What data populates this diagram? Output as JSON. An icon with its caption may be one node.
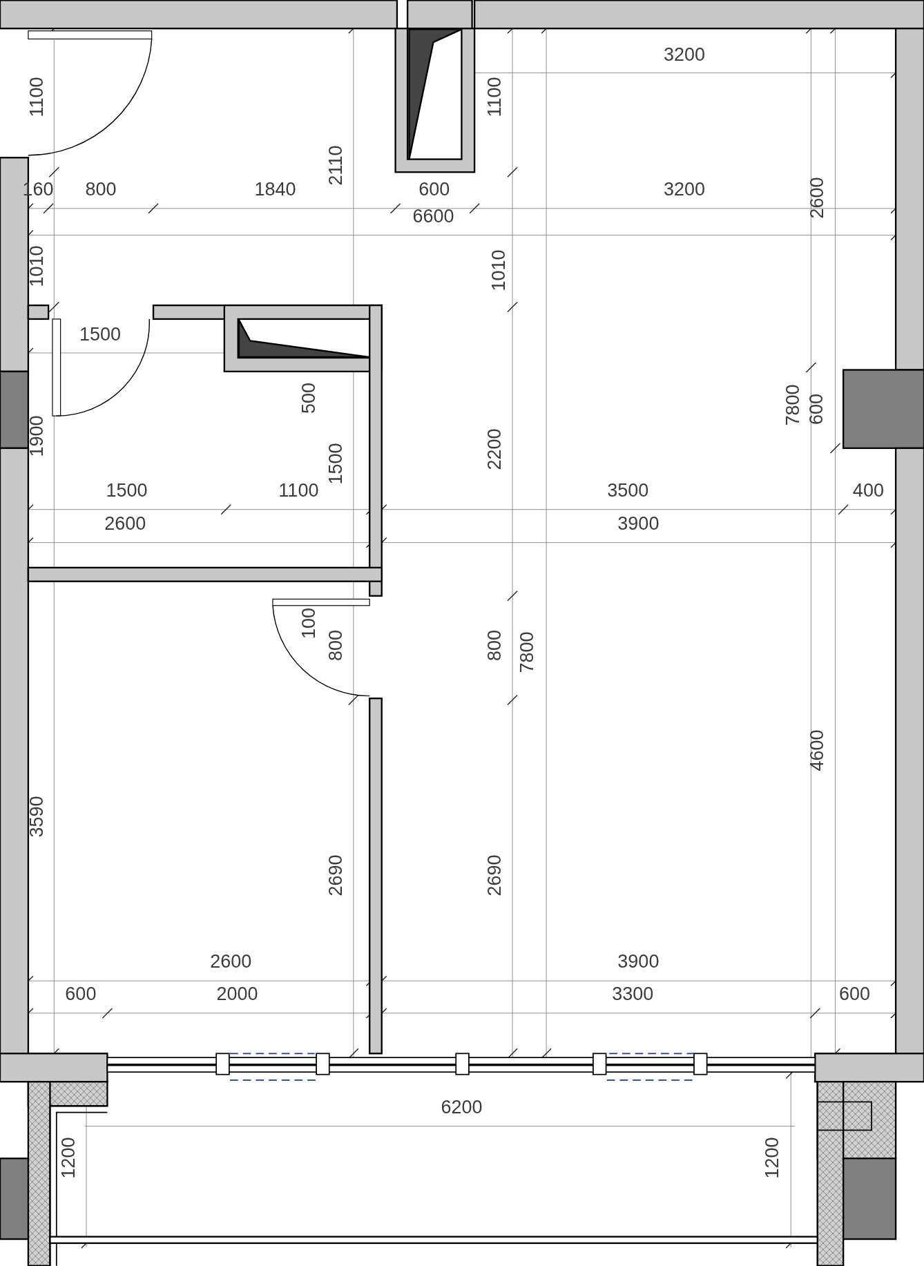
{
  "diagram": {
    "labels": [
      "3200",
      "1100",
      "1100",
      "2110",
      "160",
      "800",
      "1840",
      "600",
      "3200",
      "2600",
      "6600",
      "1010",
      "1010",
      "1500",
      "500",
      "7800",
      "600",
      "1900",
      "1500",
      "2200",
      "1500",
      "1100",
      "3500",
      "400",
      "2600",
      "3900",
      "100",
      "800",
      "800",
      "7800",
      "4600",
      "3590",
      "2690",
      "2690",
      "2600",
      "3900",
      "600",
      "2000",
      "3300",
      "600",
      "6200",
      "1200",
      "1200"
    ]
  }
}
